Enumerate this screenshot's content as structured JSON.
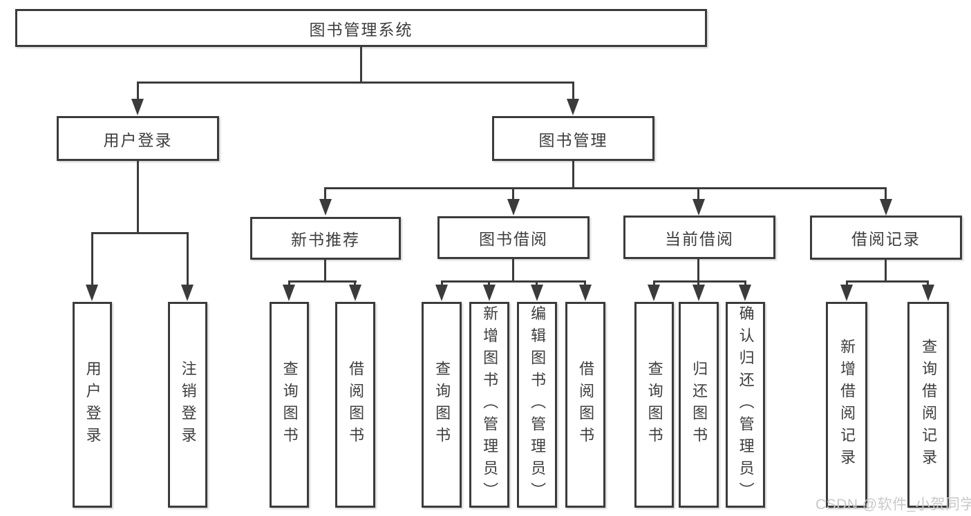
{
  "tree": {
    "root": {
      "label": "图书管理系统"
    },
    "branches": [
      {
        "label": "用户登录",
        "children": [
          {
            "label": "用户登录"
          },
          {
            "label": "注销登录"
          }
        ]
      },
      {
        "label": "图书管理",
        "children": [
          {
            "label": "新书推荐",
            "children": [
              {
                "label": "查询图书"
              },
              {
                "label": "借阅图书"
              }
            ]
          },
          {
            "label": "图书借阅",
            "children": [
              {
                "label": "查询图书"
              },
              {
                "label": "新增图书（管理员）"
              },
              {
                "label": "编辑图书（管理员）"
              },
              {
                "label": "借阅图书"
              }
            ]
          },
          {
            "label": "当前借阅",
            "children": [
              {
                "label": "查询图书"
              },
              {
                "label": "归还图书"
              },
              {
                "label": "确认归还（管理员）"
              }
            ]
          },
          {
            "label": "借阅记录",
            "children": [
              {
                "label": "新增借阅记录"
              },
              {
                "label": "查询借阅记录"
              }
            ]
          }
        ]
      }
    ]
  },
  "watermark": "CSDN @软件_小贺同学",
  "colors": {
    "line": "#3b3b3b",
    "text": "#3d3d3d",
    "background": "#ffffff",
    "watermark": "#c9c9c9"
  }
}
